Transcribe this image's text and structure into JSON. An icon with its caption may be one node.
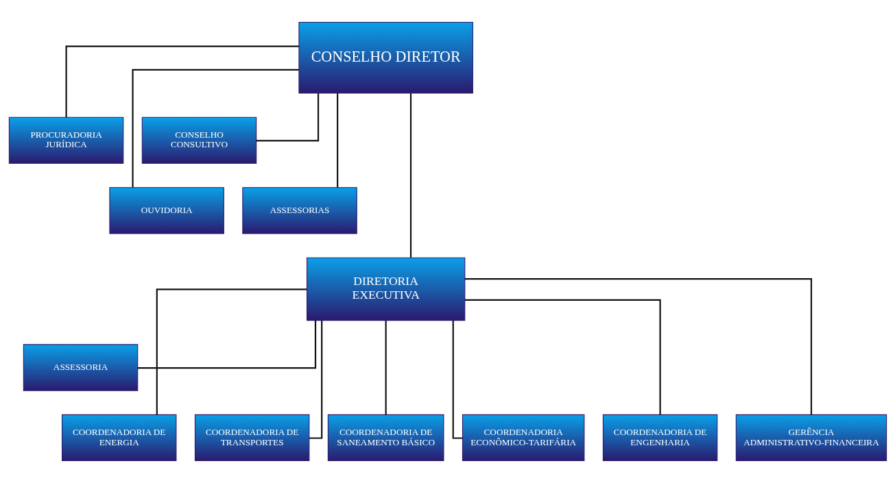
{
  "diagram": {
    "nodes": [
      {
        "text": [
          "CONSELHO DIRETOR"
        ]
      },
      {
        "text": [
          "PROCURADORIA JURÍDICA"
        ]
      },
      {
        "text": [
          "CONSELHO CONSULTIVO"
        ]
      },
      {
        "text": [
          "OUVIDORIA"
        ]
      },
      {
        "text": [
          "ASSESSORIAS"
        ]
      },
      {
        "text": [
          "DIRETORIA EXECUTIVA"
        ]
      },
      {
        "text": [
          "ASSESSORIA"
        ]
      },
      {
        "text": [
          "COORDENADORIA DE ENERGIA"
        ]
      },
      {
        "text": [
          "COORDENADORIA DE TRANSPORTES"
        ]
      },
      {
        "text": [
          "COORDENADORIA DE SANEAMENTO BÁSICO"
        ]
      },
      {
        "text": [
          "COORDENADORIA ECONÔMICO-TARIFÁRIA"
        ]
      },
      {
        "text": [
          "COORDENADORIA DE ENGENHARIA"
        ]
      },
      {
        "text": [
          "GERÊNCIA ADMINISTRATIVO-FINANCEIRA"
        ]
      }
    ],
    "edges": [
      {
        "from": 0,
        "to": 1,
        "arrow": "none"
      },
      {
        "from": 0,
        "to": 2,
        "arrow": "none"
      },
      {
        "from": 0,
        "to": 3,
        "arrow": "none"
      },
      {
        "from": 0,
        "to": 4,
        "arrow": "none"
      },
      {
        "from": 0,
        "to": 5,
        "arrow": "none"
      },
      {
        "from": 5,
        "to": 6,
        "arrow": "none"
      },
      {
        "from": 5,
        "to": 7,
        "arrow": "none"
      },
      {
        "from": 5,
        "to": 8,
        "arrow": "none"
      },
      {
        "from": 5,
        "to": 9,
        "arrow": "none"
      },
      {
        "from": 5,
        "to": 10,
        "arrow": "none"
      },
      {
        "from": 5,
        "to": 11,
        "arrow": "none"
      },
      {
        "from": 5,
        "to": 12,
        "arrow": "none"
      }
    ]
  }
}
